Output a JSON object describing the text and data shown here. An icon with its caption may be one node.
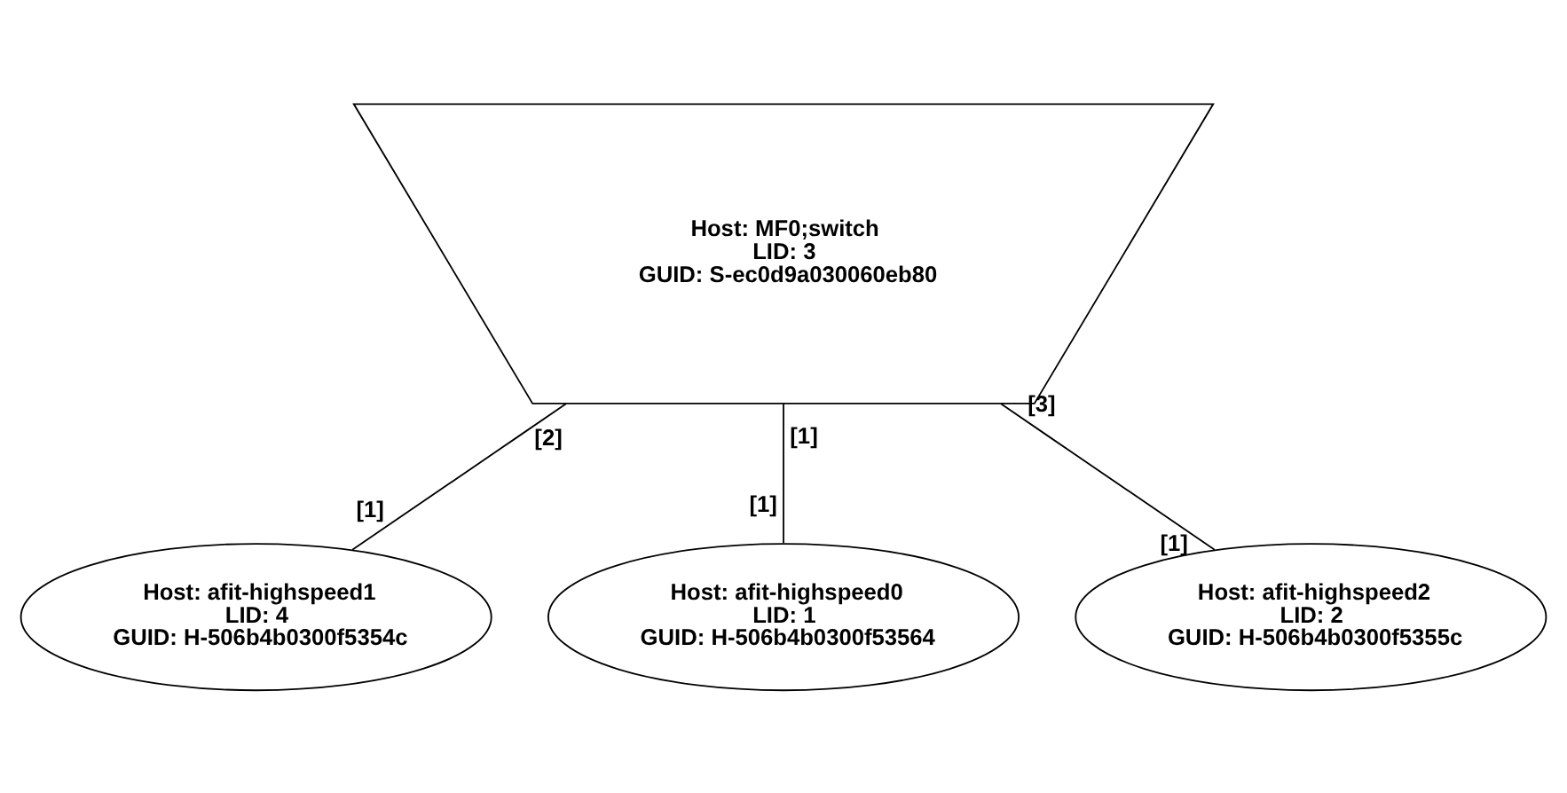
{
  "diagram": {
    "nodes": [
      {
        "text": [
          "Host: MF0;switch",
          "LID: 3",
          "GUID: S-ec0d9a030060eb80"
        ]
      },
      {
        "text": [
          "Host: afit-highspeed1",
          "LID: 4",
          "GUID: H-506b4b0300f5354c"
        ]
      },
      {
        "text": [
          "Host: afit-highspeed0",
          "LID: 1",
          "GUID: H-506b4b0300f53564"
        ]
      },
      {
        "text": [
          "Host: afit-highspeed2",
          "LID: 2",
          "GUID: H-506b4b0300f5355c"
        ]
      }
    ],
    "edges": [
      {
        "from": 0,
        "to": 1,
        "arrow": "none"
      },
      {
        "from": 0,
        "to": 2,
        "arrow": "none"
      },
      {
        "from": 0,
        "to": 3,
        "arrow": "none"
      }
    ],
    "labels": [
      "[2]",
      "[1]",
      "[3]",
      "[1]",
      "[1]",
      "[1]"
    ]
  }
}
